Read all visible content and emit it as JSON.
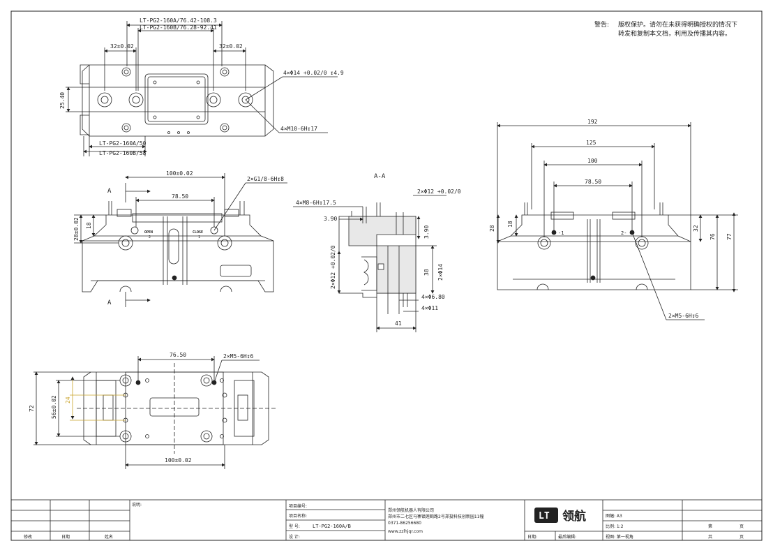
{
  "warning": {
    "label": "警告:",
    "line1": "版权保护。请勿在未获得明确授权的情况下",
    "line2": "转发和复制本文档，利用及传播其内容。"
  },
  "top_view": {
    "dim_total_a": "LT-PG2-160A/76.42-108.3",
    "dim_total_b": "LT-PG2-160B/76.28-92.41",
    "dim_left_32": "32±0.02",
    "dim_right_32": "32±0.02",
    "dim_height": "25.40",
    "hole_callout_a": "4×Φ14 +0.02/0 ↧4.9",
    "hole_callout_b": "4×M10-6H↧17",
    "dim_bottom_a": "LT-PG2-160A/50",
    "dim_bottom_b": "LT-PG2-160B/58"
  },
  "front_view": {
    "section_mark_top": "A",
    "section_mark_bottom": "A",
    "dim_100": "100±0.02",
    "dim_7850": "78.50",
    "port_callout": "2×G1/8-6H↧8",
    "dim_28": "28±0.02",
    "dim_18": "18",
    "port_open": "OPEN",
    "port_open_num": "2",
    "port_close": "CLOSE",
    "port_close_num": "1"
  },
  "section_view": {
    "title": "A-A",
    "callout_top": "2×Φ12 +0.02/0",
    "callout_m8": "4×M8-6H↧17.5",
    "dim_390_left": "3.90",
    "dim_390_right": "3.90",
    "dim_38": "38",
    "dim_2x14": "2×Φ14",
    "dim_2x12": "2×Φ12 +0.02/0",
    "dim_680": "4×Φ6.80",
    "dim_11": "4×Φ11",
    "dim_41": "41"
  },
  "side_view": {
    "dim_192": "192",
    "dim_125": "125",
    "dim_100": "100",
    "dim_7850": "78.50",
    "dim_28": "28",
    "dim_18": "18",
    "dim_32": "32",
    "dim_76": "76",
    "dim_77": "77",
    "port_1": "-1",
    "port_2": "2-",
    "hole_callout": "2×M5-6H↧6"
  },
  "bottom_view": {
    "dim_7650": "76.50",
    "hole_callout": "2×M5-6H↧6",
    "dim_72": "72",
    "dim_56": "56±0.02",
    "dim_24": "24",
    "dim_100": "100±0.02"
  },
  "title_block": {
    "rev_col": "修改",
    "date_col": "日期",
    "name_col": "姓名",
    "remark": "说明:",
    "project_no": "项目编号:",
    "project_name": "项目名称:",
    "model_label": "型    号:",
    "model_value": "LT-PG2-160A/B",
    "design": "设    计:",
    "company": "郑州领航机器人有限公司",
    "address": "郑州市二七区马寨镇莲鹤路2号郑投科技创新园11幢",
    "phone": "0371-86256680",
    "website": "www.zzlhjqr.com",
    "logo_mark": "LT",
    "logo_text": "领航",
    "date_label": "日期:",
    "last_edit": "最后编辑:",
    "sheet_size": "图幅: A3",
    "scale": "比例: 1:2",
    "view": "视图: 第一视角",
    "page_label": "第",
    "page_unit": "页",
    "total_label": "共",
    "total_unit": "页"
  }
}
